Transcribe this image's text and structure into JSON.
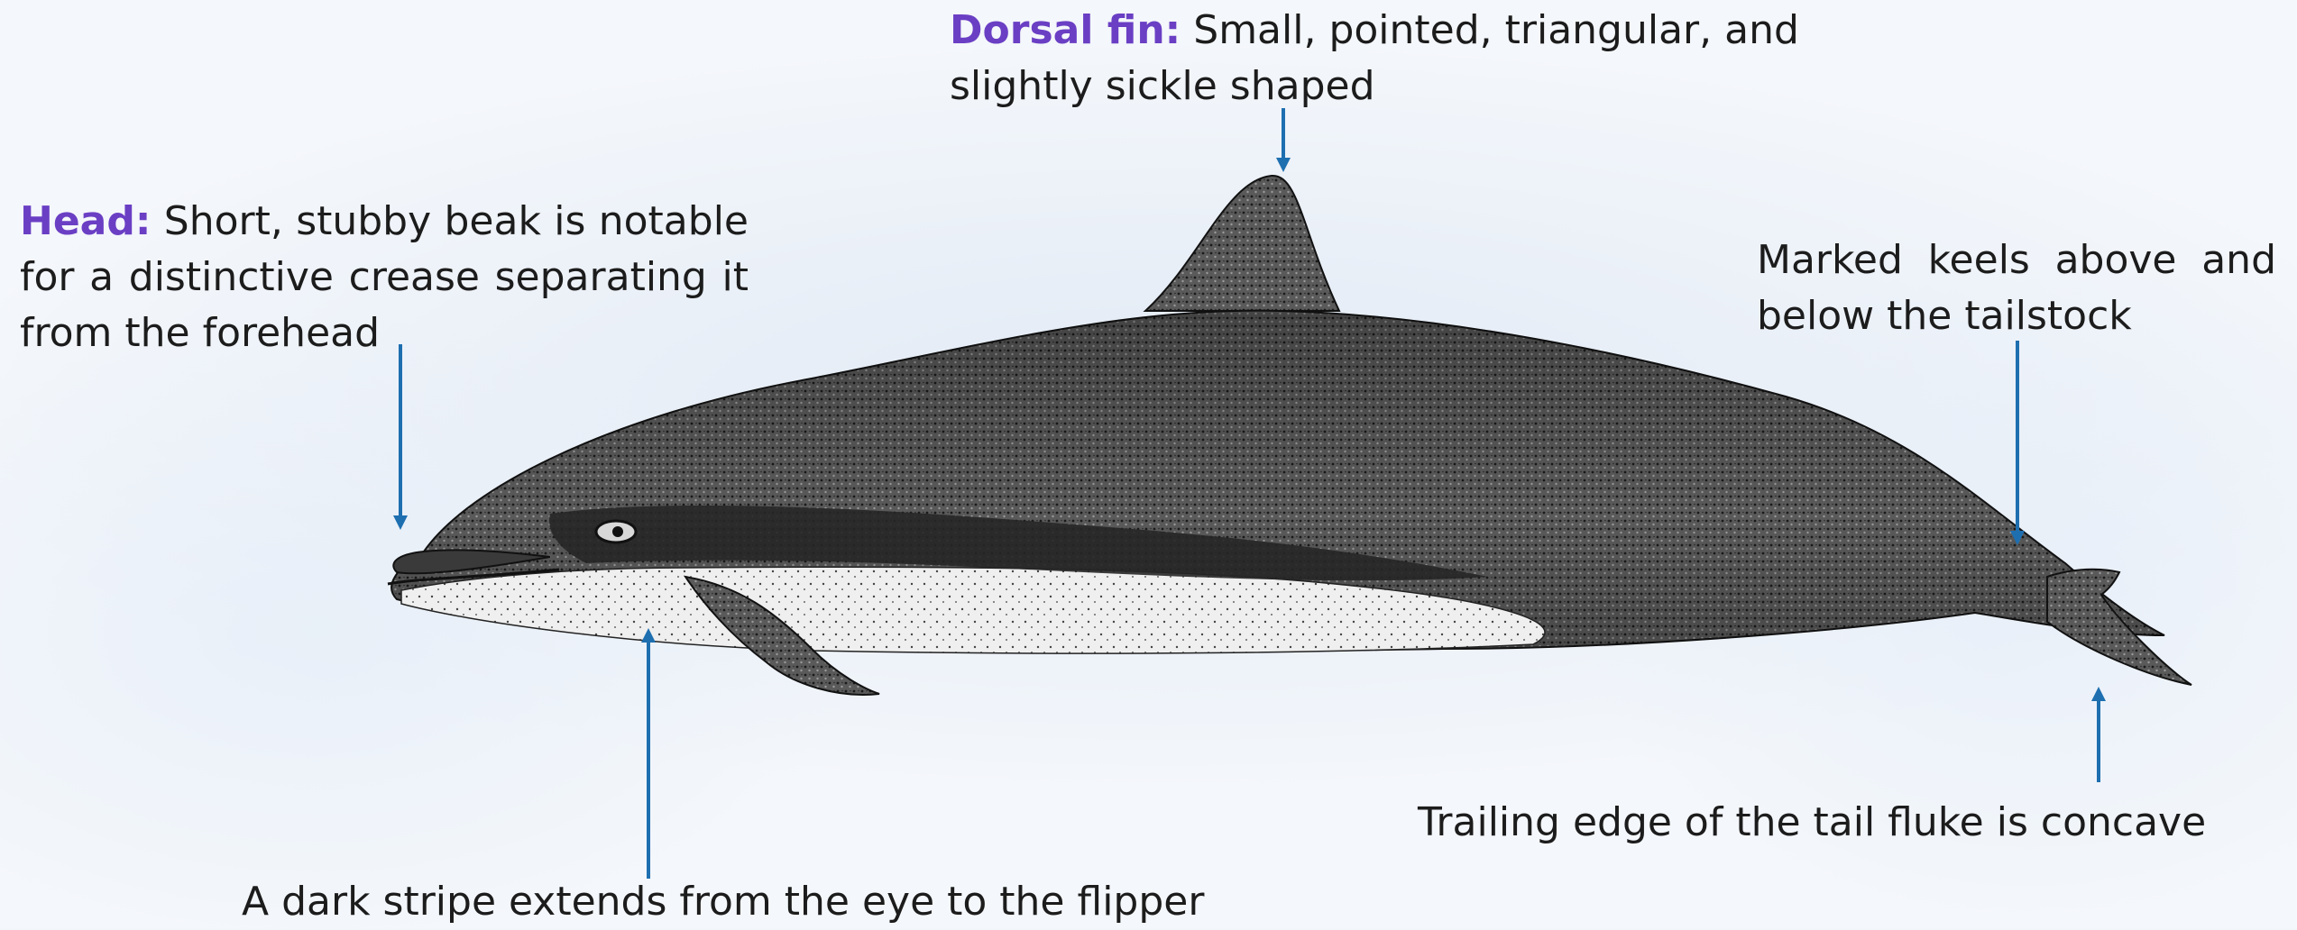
{
  "colors": {
    "background": "#f3f6fb",
    "label_key": "#6a3fc4",
    "arrow": "#1e6fb0",
    "text": "#1c1c1c"
  },
  "annotations": {
    "head": {
      "key": "Head:",
      "text": "Short, stubby beak is notable for a distinctive crease separating it from the forehead"
    },
    "dorsal": {
      "key": "Dorsal fin:",
      "text": "Small, pointed, triangular, and slightly sickle shaped"
    },
    "keels": {
      "line1": "Marked keels above and",
      "line2": "below the tailstock"
    },
    "fluke": {
      "text": "Trailing edge of the tail fluke is concave"
    },
    "stripe": {
      "text": "A dark stripe extends from the eye to the flipper"
    }
  }
}
